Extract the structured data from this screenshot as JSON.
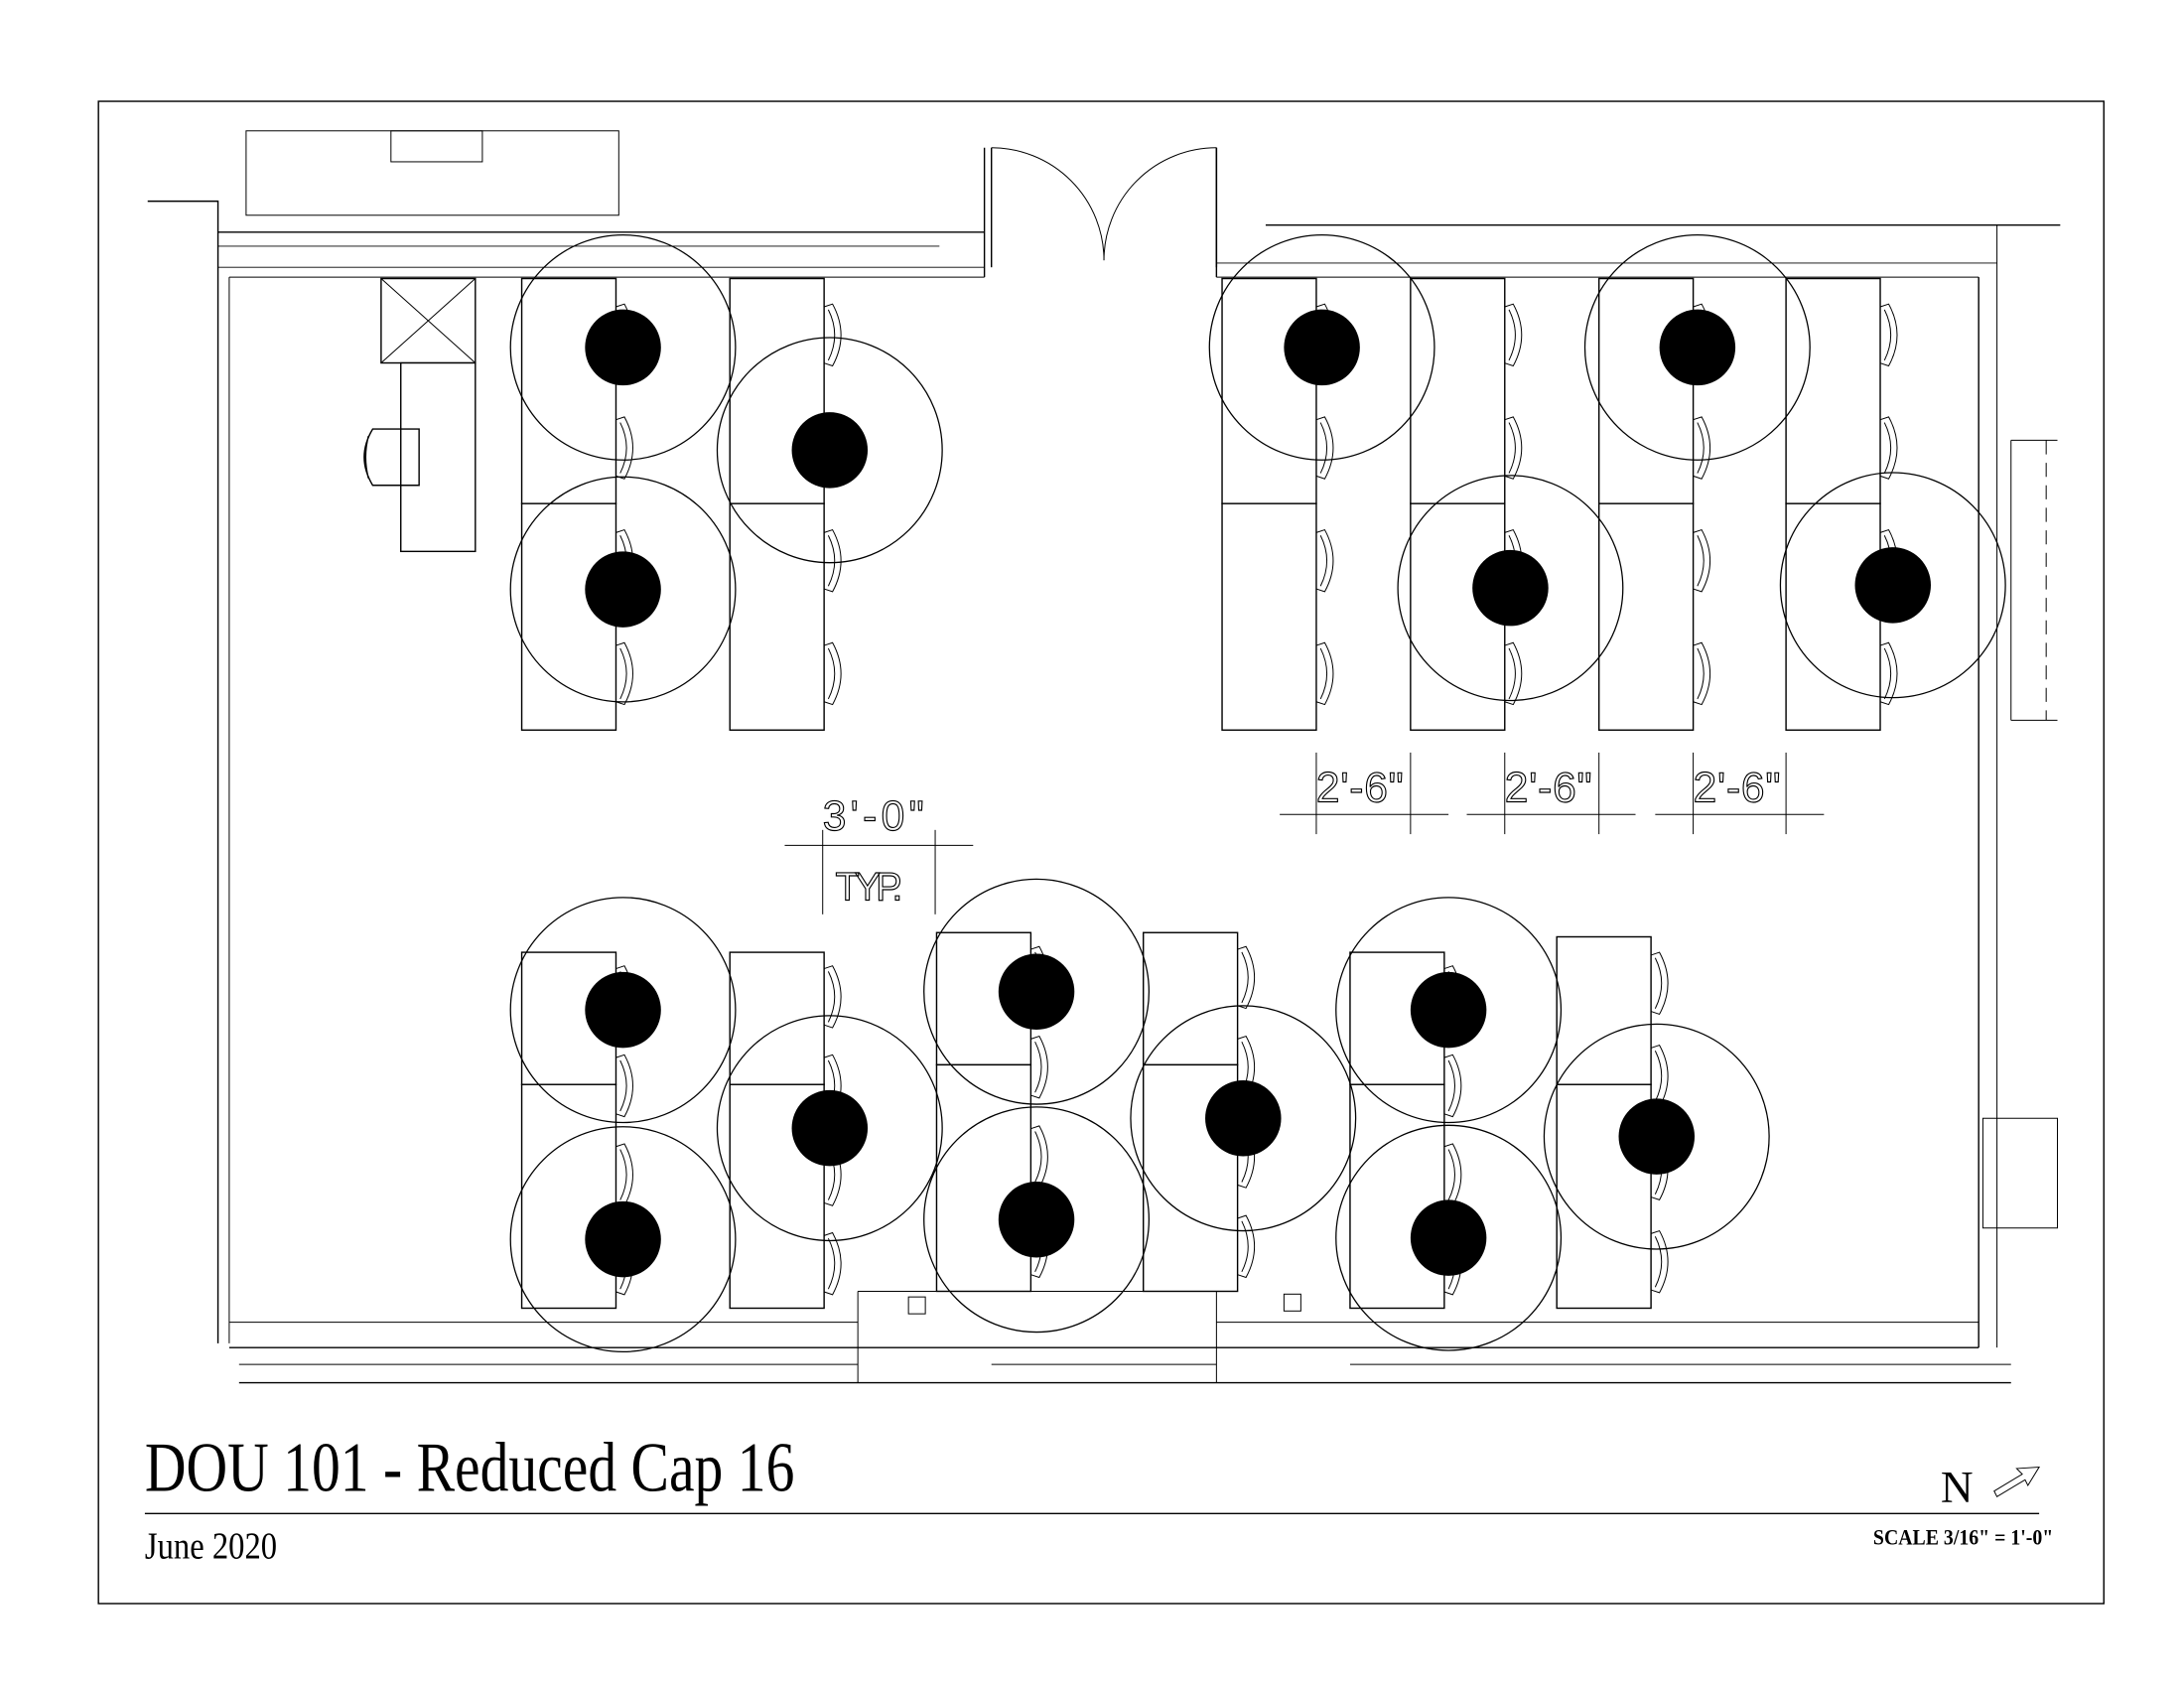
{
  "title_block": {
    "title": "DOU 101 - Reduced Cap 16",
    "date": "June 2020",
    "north_label": "N",
    "scale": "SCALE 3/16\" = 1'-0\""
  },
  "dimensions": {
    "aisle": "3'-0\"",
    "aisle_note": "TYP.",
    "desk_spacing": [
      "2'-6\"",
      "2'-6\"",
      "2'-6\""
    ]
  },
  "colors": {
    "ink": "#000000",
    "paper": "#ffffff"
  }
}
